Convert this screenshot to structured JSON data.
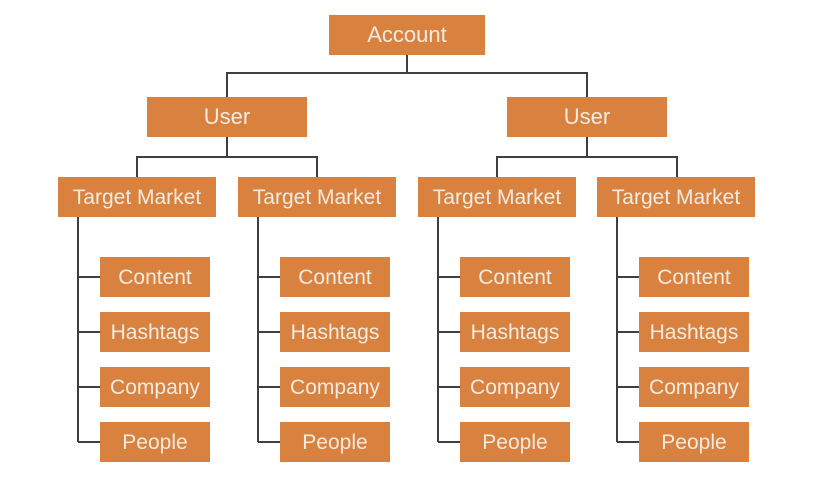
{
  "tree": {
    "account": {
      "label": "Account"
    },
    "users": [
      {
        "label": "User",
        "target_markets": [
          {
            "label": "Target Market",
            "children": [
              "Content",
              "Hashtags",
              "Company",
              "People"
            ]
          },
          {
            "label": "Target Market",
            "children": [
              "Content",
              "Hashtags",
              "Company",
              "People"
            ]
          }
        ]
      },
      {
        "label": "User",
        "target_markets": [
          {
            "label": "Target Market",
            "children": [
              "Content",
              "Hashtags",
              "Company",
              "People"
            ]
          },
          {
            "label": "Target Market",
            "children": [
              "Content",
              "Hashtags",
              "Company",
              "People"
            ]
          }
        ]
      }
    ]
  },
  "colors": {
    "node_fill": "#d9823f",
    "node_text": "#f1ebe1",
    "connector": "#3f3f3f",
    "background": "#ffffff"
  }
}
